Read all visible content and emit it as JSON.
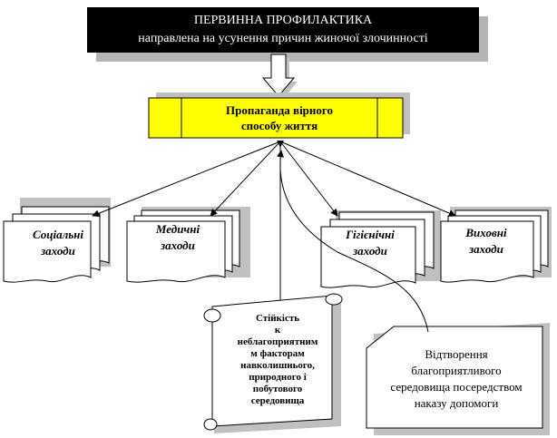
{
  "header": {
    "line1": "ПЕРВИННА ПРОФИЛАКТИКА",
    "line2": "направлена на усунення причин жиночої злочинності"
  },
  "propaganda": {
    "line1": "Пропаганда вірного",
    "line2": "способу життя"
  },
  "measures": [
    {
      "line1": "Соціальні",
      "line2": "заходи"
    },
    {
      "line1": "Медичні",
      "line2": "заходи"
    },
    {
      "line1": "Гігієнічні",
      "line2": "заходи"
    },
    {
      "line1": "Виховні",
      "line2": "заходи"
    }
  ],
  "resilience": {
    "lines": [
      "Стійкість",
      "к",
      "неблагоприятним",
      "м факторам",
      "навколишнього,",
      "природного і",
      "побутового",
      "середовища"
    ]
  },
  "restoration": {
    "lines": [
      "Відтворення",
      "благоприятливого",
      "середовища посередством",
      "наказу допомоги"
    ]
  },
  "colors": {
    "header_bg": "#000000",
    "header_shadow": "#b4b4b4",
    "propaganda_fill": "#ffff00",
    "shadow": "#c0c0c0"
  }
}
